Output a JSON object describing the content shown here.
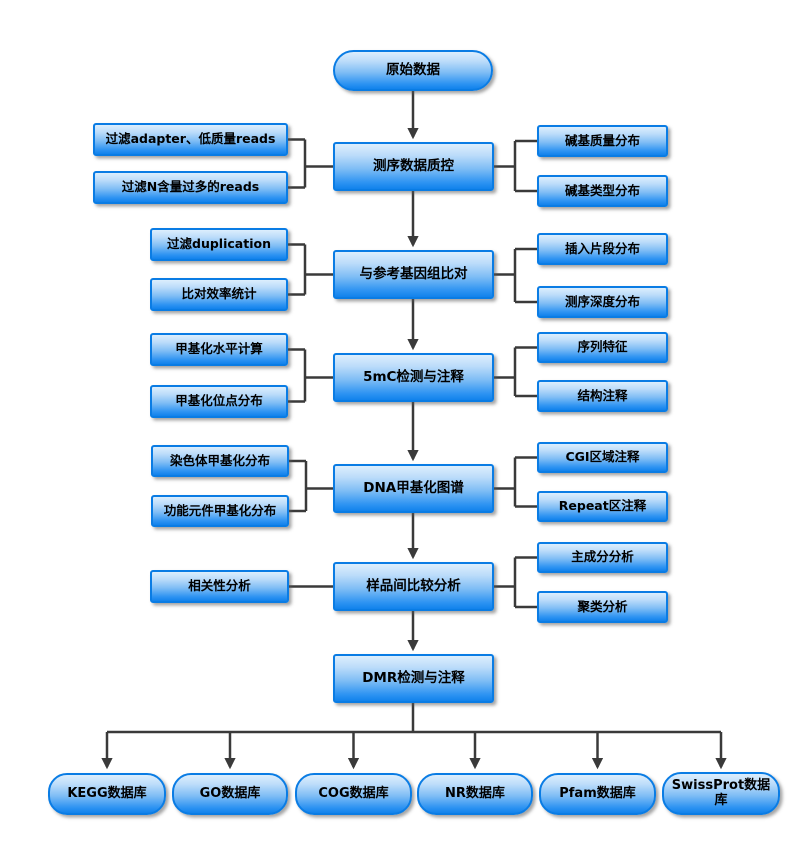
{
  "diagram": {
    "start": "原始数据",
    "stages": [
      {
        "center": "测序数据质控",
        "left": [
          "过滤adapter、低质量reads",
          "过滤N含量过多的reads"
        ],
        "right": [
          "碱基质量分布",
          "碱基类型分布"
        ]
      },
      {
        "center": "与参考基因组比对",
        "left": [
          "过滤duplication",
          "比对效率统计"
        ],
        "right": [
          "插入片段分布",
          "测序深度分布"
        ]
      },
      {
        "center": "5mC检测与注释",
        "left": [
          "甲基化水平计算",
          "甲基化位点分布"
        ],
        "right": [
          "序列特征",
          "结构注释"
        ]
      },
      {
        "center": "DNA甲基化图谱",
        "left": [
          "染色体甲基化分布",
          "功能元件甲基化分布"
        ],
        "right": [
          "CGI区域注释",
          "Repeat区注释"
        ]
      },
      {
        "center": "样品间比较分析",
        "left": [
          "相关性分析"
        ],
        "right": [
          "主成分分析",
          "聚类分析"
        ]
      }
    ],
    "final": "DMR检测与注释",
    "databases": [
      "KEGG数据库",
      "GO数据库",
      "COG数据库",
      "NR数据库",
      "Pfam数据库",
      "SwissProt数据库"
    ],
    "colors": {
      "node_border": "#0a7ce4",
      "node_fill_top": "#dceefd",
      "node_fill_bottom": "#1182ec",
      "connector": "#3a3a3a"
    }
  }
}
